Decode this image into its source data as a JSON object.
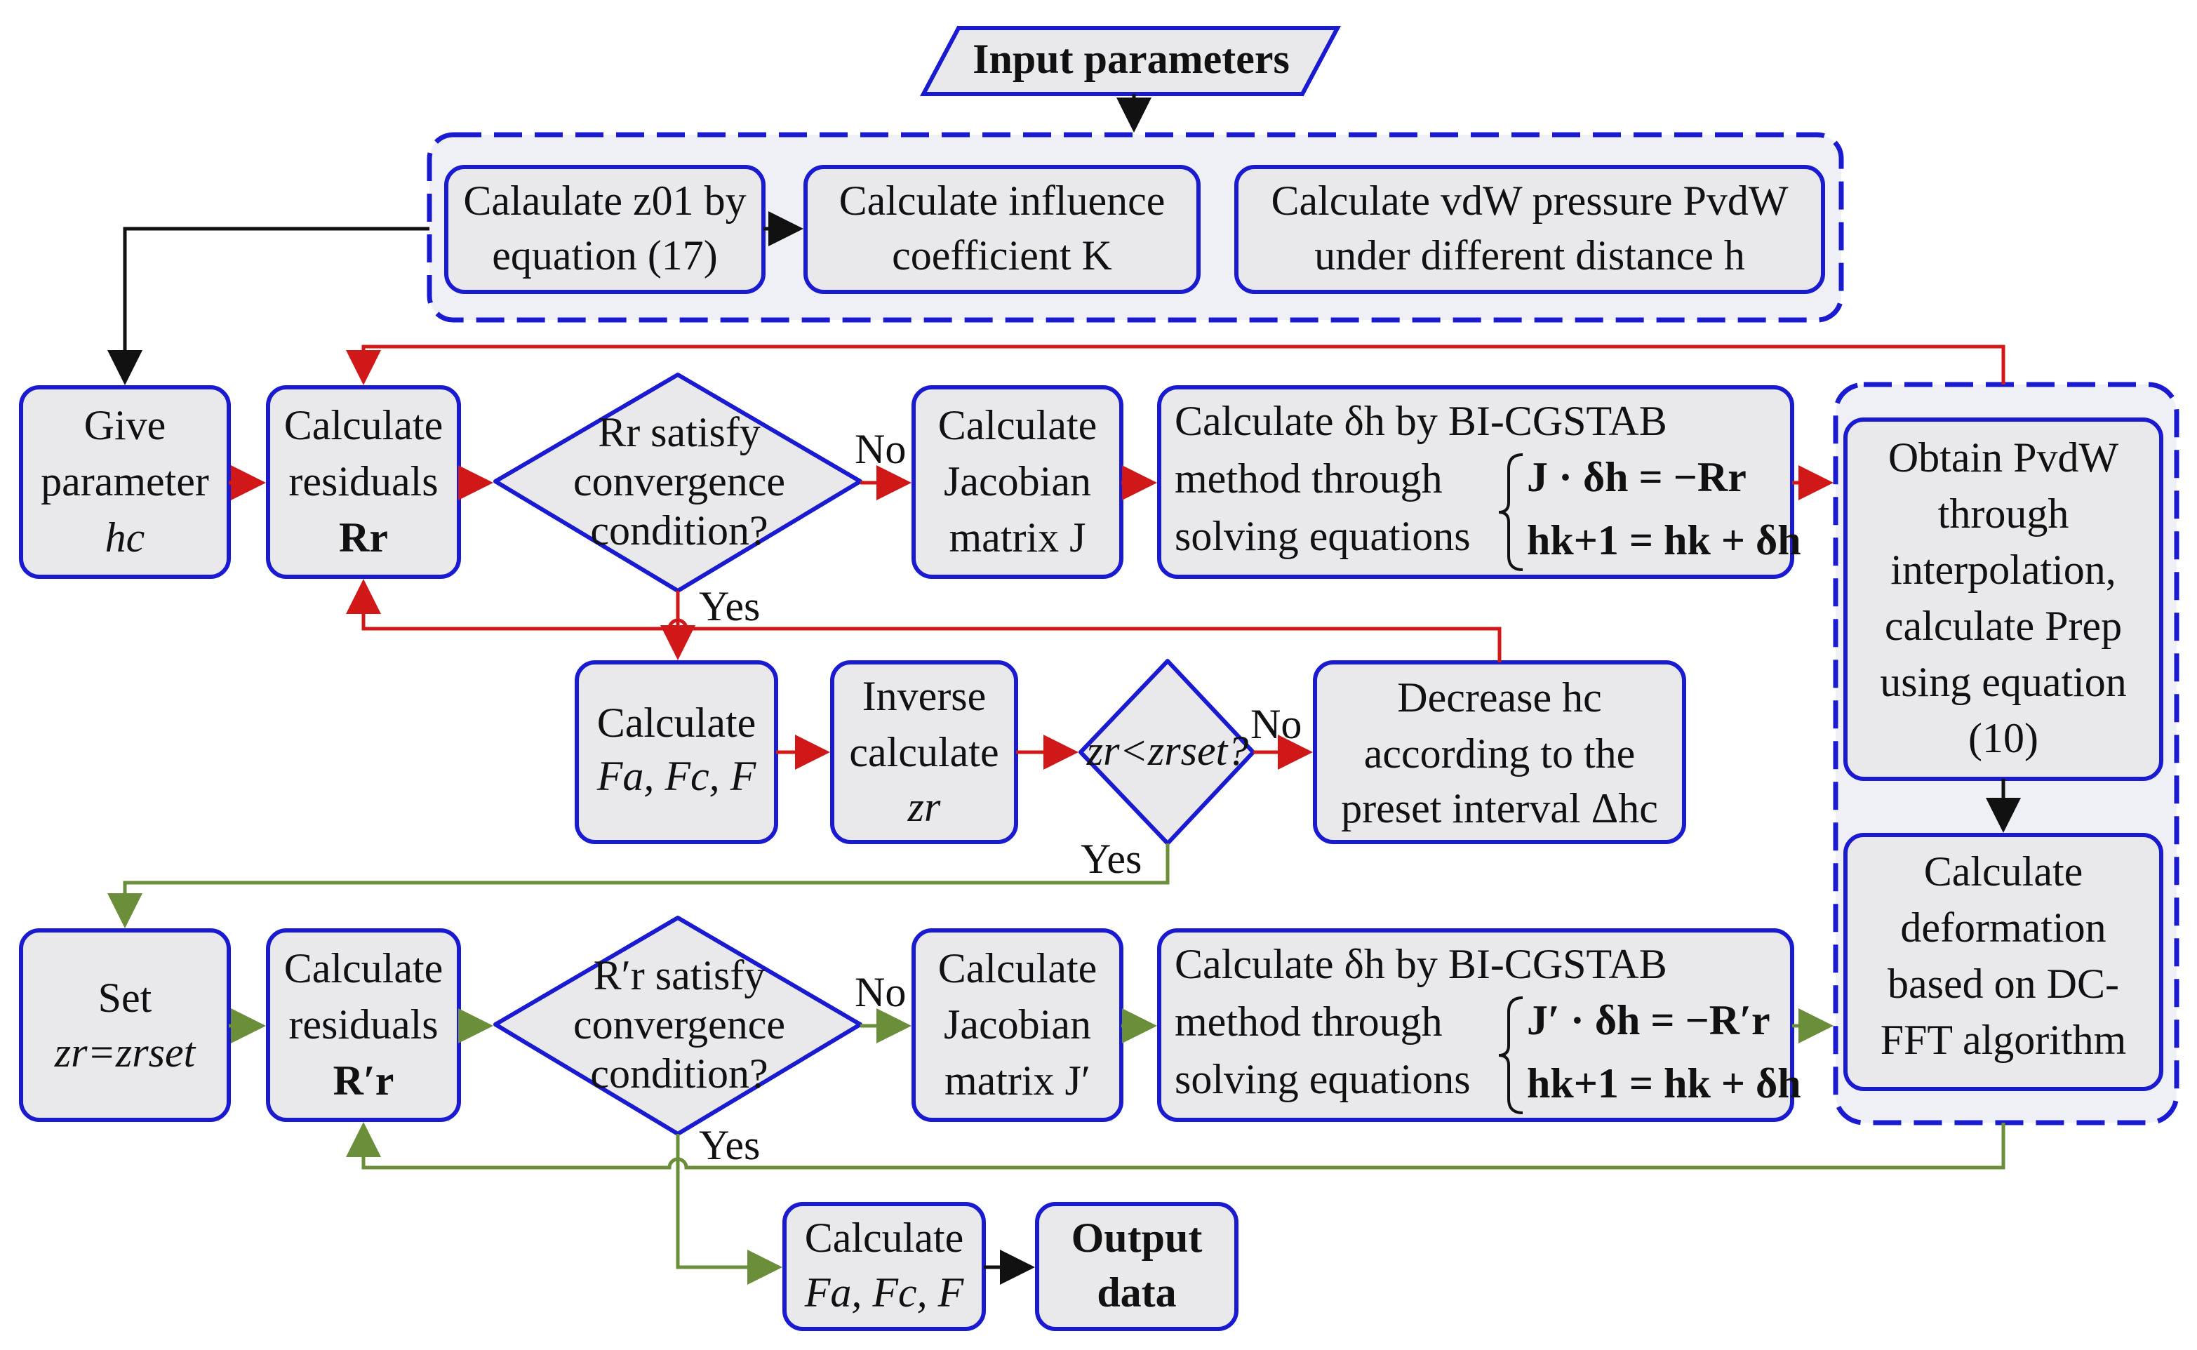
{
  "colors": {
    "box_fill": "#e9e9ec",
    "box_stroke": "#1a1ad0",
    "red_line": "#d01818",
    "green_line": "#6b8e3a",
    "black_line": "#111111",
    "dashed_group_fill": "#eef0f6"
  },
  "input": {
    "text": "Input parameters"
  },
  "init": {
    "z01": [
      "Calaulate z01 by",
      "equation (17)"
    ],
    "influence": [
      "Calculate influence",
      "coefficient K"
    ],
    "vdw": [
      "Calculate vdW pressure PvdW",
      "under different distance h"
    ]
  },
  "loop1": {
    "give": [
      "Give",
      "parameter",
      "hc"
    ],
    "residuals": [
      "Calculate",
      "residuals",
      "Rr"
    ],
    "decision": [
      "Rr satisfy",
      "convergence",
      "condition?"
    ],
    "jacobian": [
      "Calculate",
      "Jacobian",
      "matrix J"
    ],
    "solve": [
      "Calculate δh by BI-CGSTAB",
      "method through",
      "solving equations"
    ],
    "eq1": "J · δh = −Rr",
    "eq2": "hk+1 = hk + δh",
    "no": "No",
    "yes": "Yes"
  },
  "middle": {
    "forces": [
      "Calculate",
      "Fa, Fc, F"
    ],
    "inverse": [
      "Inverse",
      "calculate",
      "zr"
    ],
    "decision": "zr<zrset?",
    "decrease": [
      "Decrease hc",
      "according to the",
      "preset interval Δhc"
    ],
    "no": "No",
    "yes": "Yes"
  },
  "right": {
    "obtain": [
      "Obtain PvdW",
      "through",
      "interpolation,",
      "calculate Prep",
      "using equation",
      "(10)"
    ],
    "deform": [
      "Calculate",
      "deformation",
      "based on DC-",
      "FFT algorithm"
    ]
  },
  "loop2": {
    "set": [
      "Set",
      "zr=zrset"
    ],
    "residuals": [
      "Calculate",
      "residuals",
      "R′r"
    ],
    "decision": [
      "R′r satisfy",
      "convergence",
      "condition?"
    ],
    "jacobian": [
      "Calculate",
      "Jacobian",
      "matrix J′"
    ],
    "solve": [
      "Calculate δh by BI-CGSTAB",
      "method through",
      "solving equations"
    ],
    "eq1": "J′ · δh = −R′r",
    "eq2": "hk+1 = hk + δh",
    "no": "No",
    "yes": "Yes"
  },
  "final": {
    "forces": [
      "Calculate",
      "Fa, Fc, F"
    ],
    "output": [
      "Output",
      "data"
    ]
  }
}
